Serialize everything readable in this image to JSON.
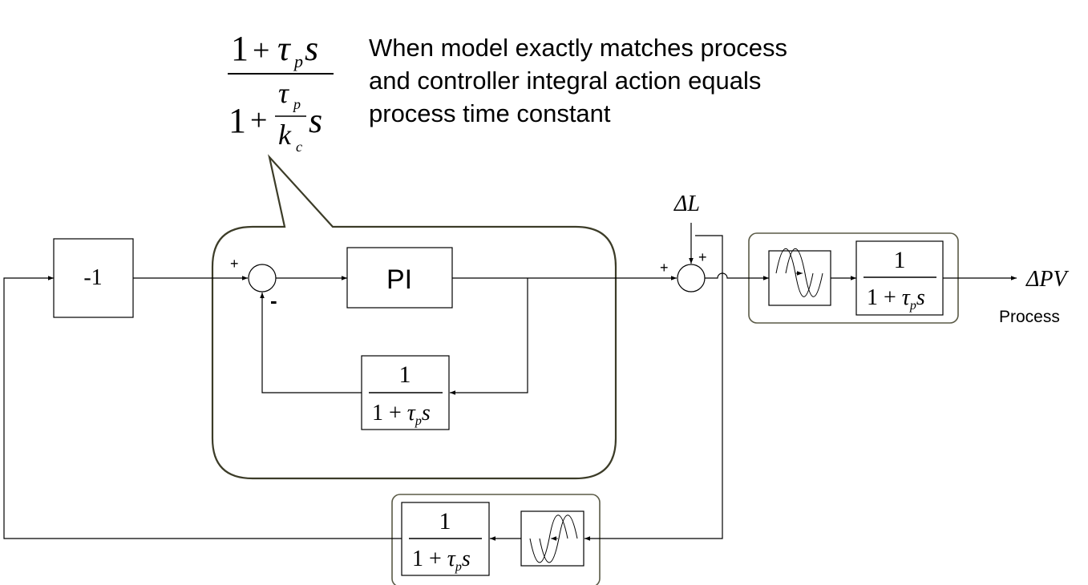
{
  "annotation": {
    "lines": [
      "When model exactly matches process",
      "and controller integral action equals",
      "process time constant"
    ]
  },
  "bubble_formula": {
    "num_one": "1",
    "num_plus": "+",
    "num_tau": "τ",
    "num_tau_sub": "p",
    "num_s": "s",
    "den_one": "1",
    "den_plus": "+",
    "den_tau": "τ",
    "den_tau_sub": "p",
    "den_k": "k",
    "den_k_sub": "c",
    "den_s": "s"
  },
  "blocks": {
    "gain_label": "-1",
    "controller_label": "PI"
  },
  "transfer_function": {
    "numerator": "1",
    "den_prefix": "1 + ",
    "tau": "τ",
    "tau_sub": "p",
    "s": "s"
  },
  "signals": {
    "disturbance": "ΔL",
    "output": "ΔPV",
    "process_label": "Process"
  },
  "signs": {
    "inner_plus": "+",
    "inner_minus": "-",
    "outer_plus_left": "+",
    "outer_plus_top": "+"
  }
}
